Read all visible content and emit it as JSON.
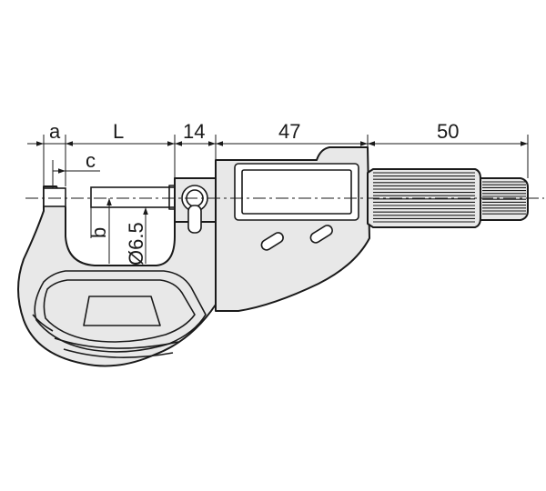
{
  "dimensions": {
    "a": "a",
    "L": "L",
    "c": "c",
    "b": "b",
    "d14": "14",
    "d47": "47",
    "d50": "50",
    "diameter": "Ø6.5"
  },
  "colors": {
    "body_fill": "#e8e8e8",
    "line": "#1a1a1a",
    "background": "#ffffff"
  }
}
